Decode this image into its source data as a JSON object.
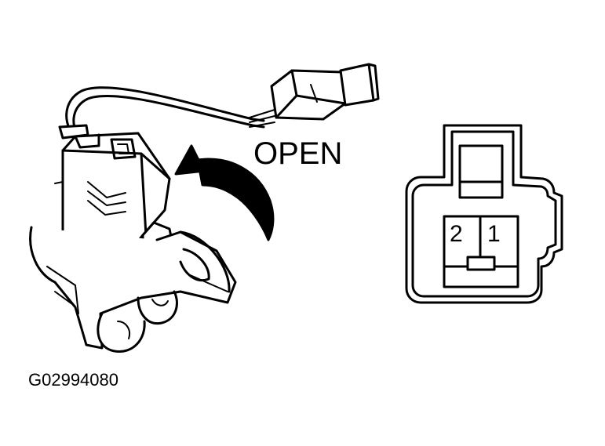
{
  "labels": {
    "open": "OPEN",
    "pin_2": "2",
    "pin_1": "1",
    "figure_id": "G02994080"
  },
  "colors": {
    "line": "#000000",
    "background": "#ffffff"
  }
}
